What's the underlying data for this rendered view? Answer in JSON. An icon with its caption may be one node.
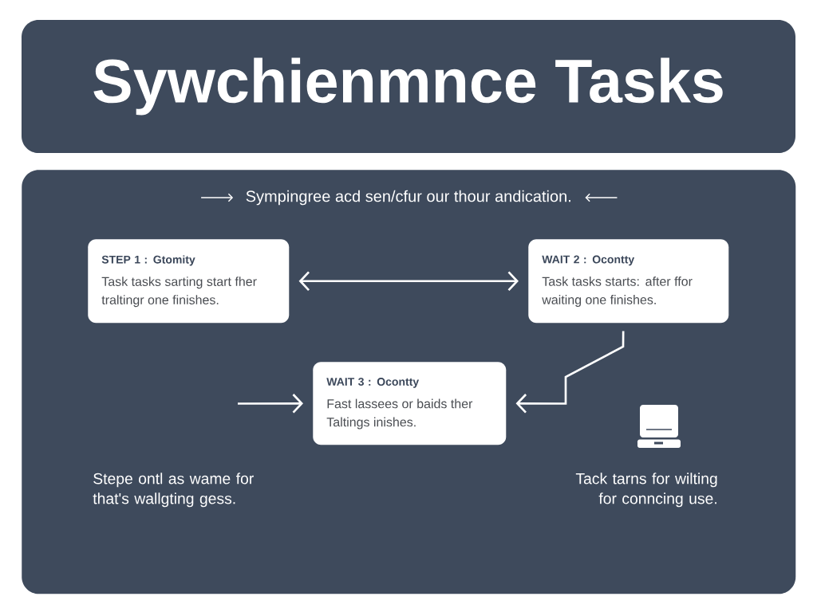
{
  "diagram": {
    "title": "Sywchienmnce Tasks",
    "nodes": [
      {
        "text": [
          "Sympingree acd sen/cfur our thour andication."
        ]
      },
      {
        "text": [
          "STEP 1 : Gtomity",
          "Task tasks sarting start fher traltingr one finishes."
        ],
        "in": 0
      },
      {
        "text": [
          "WAIT 2 : Ocontty",
          "Task tasks starts: after ffor waiting one finishes."
        ],
        "in": 0
      },
      {
        "text": [
          "WAIT 3 : Ocontty",
          "Fast lassees or baids ther Taltings inishes."
        ],
        "in": 0
      }
    ],
    "edges": [
      {
        "from": 1,
        "to": 2,
        "arrow": "both"
      },
      {
        "from": 2,
        "to": 3,
        "arrow": "to"
      },
      {
        "from": null,
        "to": 3,
        "arrow": "to"
      }
    ],
    "labels": [
      "Stepe ontl as wame for that's wallgting gess.",
      "Tack tarns for wilting for conncing use."
    ]
  }
}
